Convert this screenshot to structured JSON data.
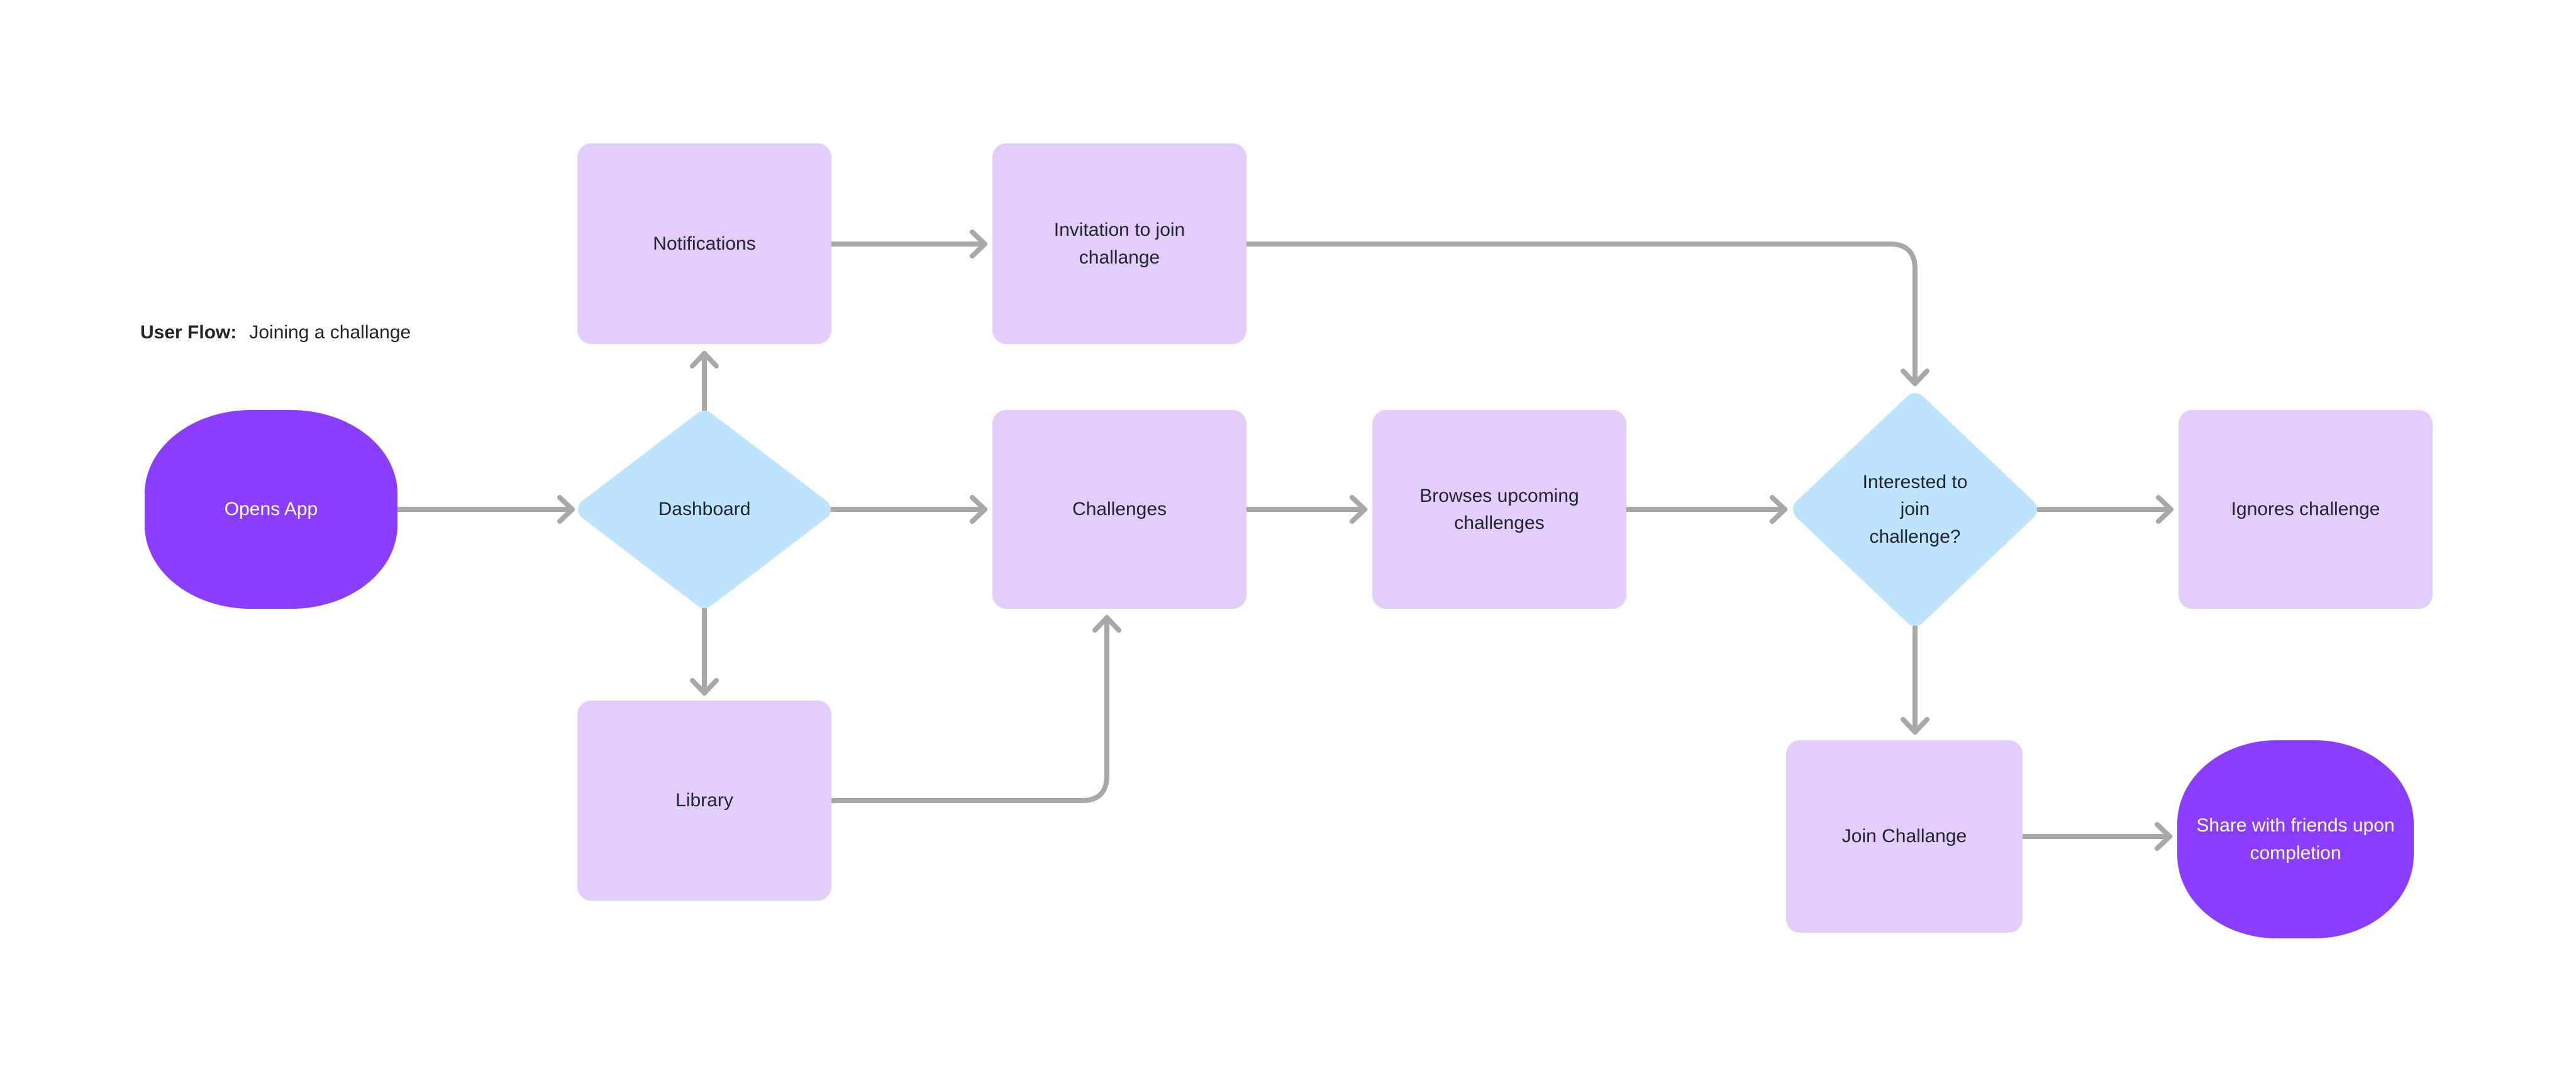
{
  "title": {
    "label": "User Flow:",
    "value": "Joining a challange"
  },
  "colors": {
    "purple": "#8B3DFF",
    "lavender": "#E3CDFA",
    "blue": "#BEE3FC",
    "arrow": "#A8A8A8",
    "text_dark": "#21252E",
    "text_light": "#FFFFFF",
    "background": "#FFFFFF"
  },
  "nodes": {
    "opens_app": {
      "label": "Opens App",
      "type": "terminator-start"
    },
    "notifications": {
      "label": "Notifications",
      "type": "process"
    },
    "invitation": {
      "label": "Invitation to join challange",
      "type": "process"
    },
    "dashboard": {
      "label": "Dashboard",
      "type": "decision"
    },
    "challenges": {
      "label": "Challenges",
      "type": "process"
    },
    "browses": {
      "label": "Browses upcoming challenges",
      "type": "process"
    },
    "interested": {
      "label": "Interested to join challenge?",
      "type": "decision"
    },
    "ignores": {
      "label": "Ignores challenge",
      "type": "process"
    },
    "library": {
      "label": "Library",
      "type": "process"
    },
    "join": {
      "label": "Join Challange",
      "type": "process"
    },
    "share": {
      "label": "Share with friends upon completion",
      "type": "terminator-end"
    }
  },
  "edges": [
    {
      "from": "opens_app",
      "to": "dashboard"
    },
    {
      "from": "dashboard",
      "to": "notifications"
    },
    {
      "from": "dashboard",
      "to": "library"
    },
    {
      "from": "dashboard",
      "to": "challenges"
    },
    {
      "from": "notifications",
      "to": "invitation"
    },
    {
      "from": "invitation",
      "to": "interested"
    },
    {
      "from": "challenges",
      "to": "browses"
    },
    {
      "from": "browses",
      "to": "interested"
    },
    {
      "from": "interested",
      "to": "ignores"
    },
    {
      "from": "interested",
      "to": "join"
    },
    {
      "from": "join",
      "to": "share"
    },
    {
      "from": "library",
      "to": "challenges"
    }
  ]
}
